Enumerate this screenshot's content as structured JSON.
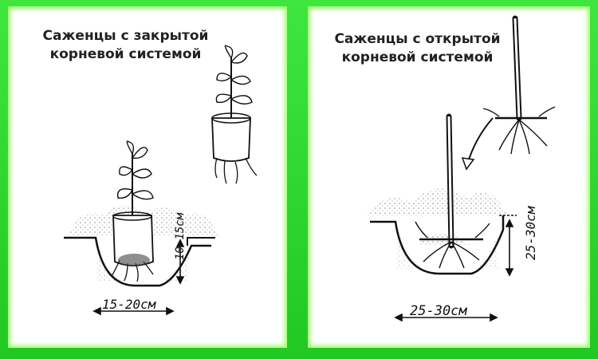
{
  "panels": [
    {
      "id": "closed-root",
      "title_line1": "Саженцы с закрытой",
      "title_line2": "корневой системой",
      "depth_label": "10-15см",
      "width_label": "15-20см"
    },
    {
      "id": "open-root",
      "title_line1": "Саженцы с открытой",
      "title_line2": "корневой системой",
      "depth_label": "25-30см",
      "width_label": "25-30см"
    }
  ],
  "colors": {
    "frame": "#2bd42b",
    "panel": "#ffffff",
    "ink": "#1a1a1a"
  }
}
